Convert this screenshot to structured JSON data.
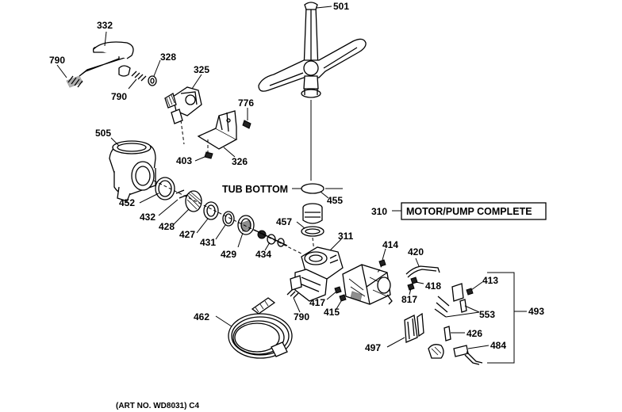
{
  "parts": {
    "p501": "501",
    "p332": "332",
    "p790a": "790",
    "p328": "328",
    "p325": "325",
    "p790b": "790",
    "p776": "776",
    "p505": "505",
    "p403": "403",
    "p326": "326",
    "p455": "455",
    "p452": "452",
    "p432": "432",
    "p428": "428",
    "p427": "427",
    "p431": "431",
    "p429": "429",
    "p434": "434",
    "p457": "457",
    "p311": "311",
    "p310": "310",
    "p414": "414",
    "p420": "420",
    "p418": "418",
    "p413": "413",
    "p817": "817",
    "p417": "417",
    "p415": "415",
    "p790c": "790",
    "p553": "553",
    "p493": "493",
    "p462": "462",
    "p426": "426",
    "p497": "497",
    "p484": "484"
  },
  "labels": {
    "tub_bottom": "TUB BOTTOM",
    "motor_pump_complete": "MOTOR/PUMP COMPLETE",
    "art_no": "(ART NO. WD8031) C4"
  }
}
